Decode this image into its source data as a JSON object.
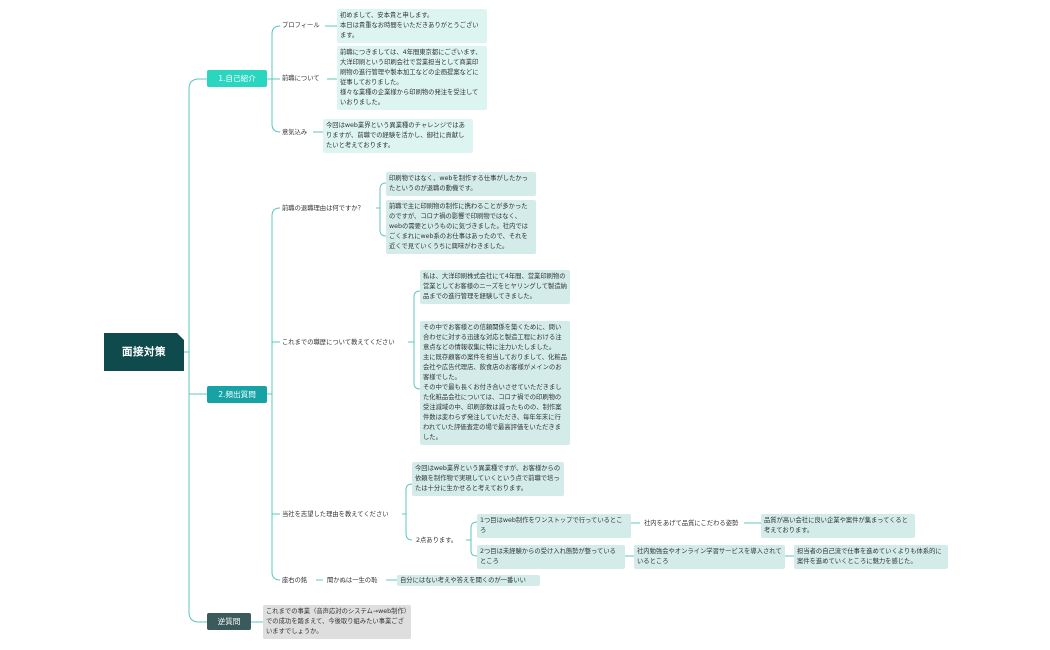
{
  "root": {
    "title": "面接対策"
  },
  "branches": [
    {
      "label": "1.自己紹介",
      "children": [
        {
          "label": "プロフィール",
          "detail": "初めまして、安本貴と申します。\n本日は貴重なお時間をいただきありがとうございます。"
        },
        {
          "label": "前職について",
          "detail": "前職につきましては、4年間東京都にございます、大洋印刷という印刷会社で営業担当として商業印刷物の進行管理や製本加工などの企画提案などに従事しておりました。\n様々な業種の企業様から印刷物の発注を受注していおりました。"
        },
        {
          "label": "意気込み",
          "detail": "今回はweb業界という異業種のチャレンジではありますが、前職での経験を活かし、御社に貢献したいと考えております。"
        }
      ]
    },
    {
      "label": "2.頻出質問",
      "children": [
        {
          "label": "前職の退職理由は何ですか？",
          "details": [
            "印刷物ではなく、webを制作する仕事がしたかったというのが退職の動機です。",
            "前職で主に印刷物の制作に携わることが多かったのですが、コロナ禍の影響で印刷物ではなく、webの需要というものに気づきました。社内ではごくまれにweb系のお仕事はあったので、それを近くで見ていくうちに興味がわきました。"
          ]
        },
        {
          "label": "これまでの職歴について教えてください",
          "details": [
            "私は、大洋印刷株式会社にて4年間、営業印刷物の営業としてお客様のニーズをヒヤリングして製造納品までの進行管理を経験してきました。",
            "その中でお客様との信頼関係を築くために、問い合わせに対する迅速な対応と製造工程における注意点などの情報収集に特に注力いたしました。\n主に既存顧客の案件を担当しておりまして、化粧品会社や広告代理店、飲食店のお客様がメインのお客様でした。\nその中で最も長くお付き合いさせていただきました化粧品会社については、コロナ禍での印刷物の受注減域の中、印刷部数は減ったものの、制作案件数は変わらず発注していただき、毎年年末に行われていた評価査定の場で最高評価をいただきました。"
          ]
        },
        {
          "label": "当社を志望した理由を教えてください",
          "detail": "今回はweb業界という異業種ですが、お客様からの依頼を制作物で実現していくという点で前職で培ったは十分に生かせると考えております。",
          "sub": {
            "label": "2点あります。",
            "points": [
              {
                "text": "1つ目はweb制作をワンストップで行っているところ",
                "reason": "社内をあげて品質にこだわる姿勢",
                "result": "品質が高い会社に良い企業や案件が集まってくると考えております。"
              },
              {
                "text": "2つ目は未経験からの受け入れ態勢が整っているところ",
                "reason": "社内勉強会やオンライン学習サービスを導入されているところ",
                "result": "担当者の自己流で仕事を進めていくよりも体系的に案件を進めていくところに魅力を感じた。"
              }
            ]
          }
        },
        {
          "label": "座右の銘",
          "value": "聞かぬは一生の恥",
          "detail": "自分にはない考えや答えを聞くのが一番いい"
        }
      ]
    },
    {
      "label": "逆質問",
      "detail": "これまでの事業（音声応対のシステム→web制作）での成功を踏まえて、今後取り組みたい事業ございますでしょうか。"
    }
  ],
  "colors": {
    "root": "#0f4a4c",
    "branch1": "#2ad6c0",
    "branch2": "#17a3a6",
    "branch3": "#3b5a5c",
    "line": "#5cc7bd",
    "leaf": "#d3ecea"
  }
}
